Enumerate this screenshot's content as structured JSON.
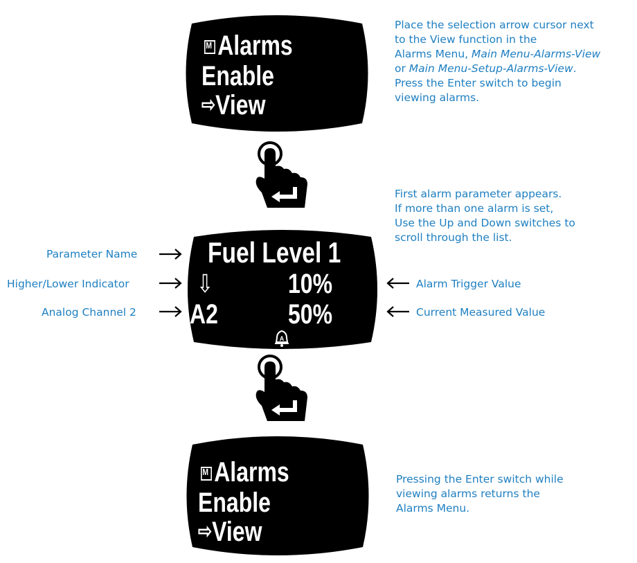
{
  "screen1": {
    "title": "Alarms",
    "line2": "Enable",
    "line3": "View"
  },
  "note1": {
    "line1": "Place the selection arrow cursor next",
    "line2": "to the View function in the",
    "line3_prefix": "Alarms Menu, ",
    "line3_italic": "Main Menu-Alarms-View",
    "line4_prefix": "or ",
    "line4_italic": "Main Menu-Setup-Alarms-View",
    "line4_suffix": ".",
    "line5": "Press the Enter switch to begin",
    "line6": "viewing alarms."
  },
  "note2": {
    "line1": "First alarm parameter appears.",
    "line2": "If more than one alarm is set,",
    "line3": "Use the Up and Down switches to",
    "line4": "scroll through the list."
  },
  "screen2": {
    "param": "Fuel Level 1",
    "indicator": "⇩",
    "trigger": "10%",
    "channel": "A2",
    "current": "50%"
  },
  "labels": {
    "parameter_name": "Parameter Name",
    "higher_lower": "Higher/Lower Indicator",
    "analog_channel": "Analog Channel 2",
    "alarm_trigger": "Alarm Trigger Value",
    "current_measured": "Current Measured Value"
  },
  "screen3": {
    "title": "Alarms",
    "line2": "Enable",
    "line3": "View"
  },
  "note3": {
    "line1": "Pressing the Enter switch while",
    "line2": "viewing alarms returns the",
    "line3": "Alarms Menu."
  },
  "colors": {
    "accent": "#1e7fc1",
    "screen": "#000000"
  },
  "icons": [
    "menu-m-icon",
    "cursor-arrow-icon",
    "enter-press-hand-icon",
    "bell-alarm-icon"
  ]
}
